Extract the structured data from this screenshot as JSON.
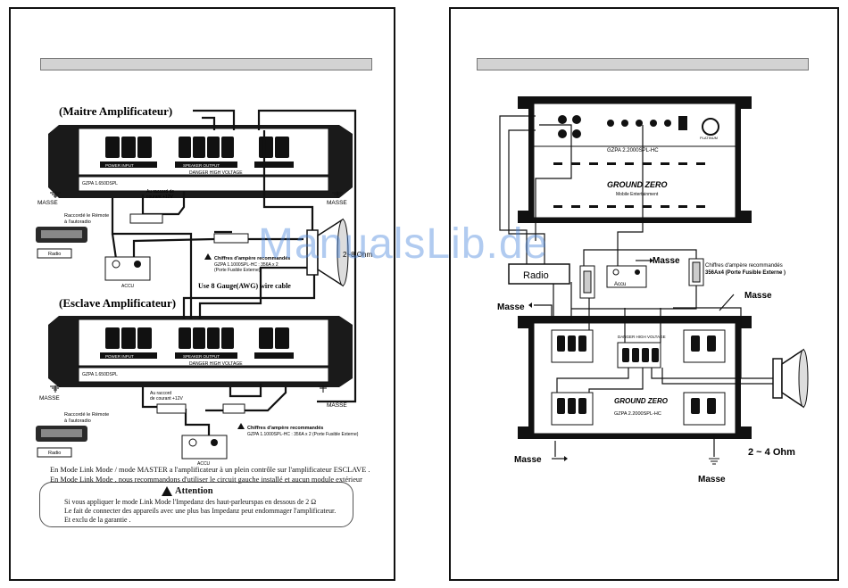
{
  "left_page": {
    "master_title": "(Maitre Amplificateur)",
    "slave_title": "(Esclave Amplificateur)",
    "masse": "MASSE",
    "remote_label_1": "Raccordé le Rémote",
    "remote_label_2": "à l'autoradio",
    "radio": "Radio",
    "accu": "ACCU",
    "raccord_1": "Au raccord de",
    "raccord_2": "courant +12V",
    "raccord_slave_1": "Au raccord",
    "raccord_slave_2": "de courant +12V",
    "fuse_note_title": "Chiffres d'ampère recommandés",
    "fuse_note_master": "GZPA 1.1000SPL-HC : 356A x 2",
    "fuse_note_master_2": "(Porte Fusible Externe)",
    "fuse_note_slave": "GZPA 1.1000SPL-HC : 356A x 2 (Porte Fusible Externe)",
    "cable_note": "Use 8 Gauge(AWG) wire cable",
    "ohm": "2~8 Ohm",
    "model": "GZPA 1.650DSPL",
    "danger": "DANGER HIGH VOLTAGE",
    "speaker_output": "SPEAKER OUTPUT",
    "power_input": "POWER INPUT",
    "para_1": "En Mode Link Mode / mode MASTER a l'amplificateur à un plein contrôle sur l'amplificateur ESCLAVE .",
    "para_2": "En Mode Link Mode , nous recommandons d'utiliser le circuit gauche installé et aucun module extérieur",
    "attention_title": "Attention",
    "attention_1": "Si vous appliquer le mode Link Mode l'Impedanz des haut-parleurspas en dessous de 2 Ω",
    "attention_2": "Le fait de connecter des appareils avec une plus bas Impedanz peut endommager l'amplificateur.",
    "attention_3": "Et exclu de la garantie ."
  },
  "right_page": {
    "model": "GZPA 2.2000SPL-HC",
    "brand": "GROUND ZERO",
    "brand_sub": "Mobile Entertainment",
    "radio": "Radio",
    "accu": "Accu",
    "masse": "Masse",
    "fuse_note_1": "Chiffres d'ampère recommandés",
    "fuse_note_2": "356Ax4 (Porte Fusible Externe )",
    "danger": "DANGER HIGH VOLTAGE",
    "ohm": "2 ~ 4 Ohm",
    "platinum": "PLATINUM"
  },
  "watermark": "ManualsLib.de"
}
